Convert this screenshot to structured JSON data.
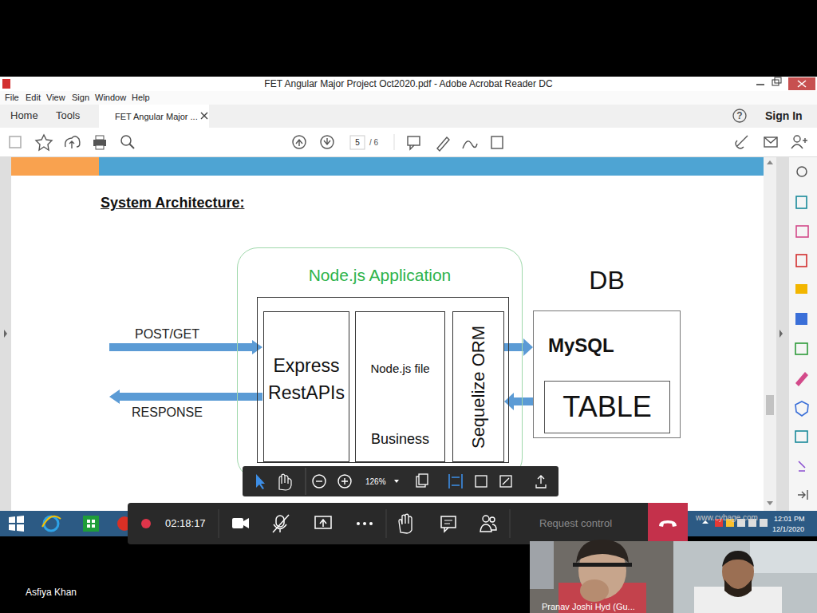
{
  "diagram": {
    "title": "System Architecture:",
    "nodes": [
      {
        "text": [
          "Node.js Application"
        ]
      },
      {
        "text": [
          "Express RestAPIs"
        ],
        "in": 0
      },
      {
        "text": [
          "Node.js file",
          "Business"
        ],
        "in": 0
      },
      {
        "text": [
          "Sequelize ORM"
        ],
        "in": 0
      },
      {
        "text": [
          "DB",
          "MySQL"
        ]
      },
      {
        "text": [
          "TABLE"
        ],
        "in": 4
      }
    ],
    "edges": [
      {
        "from": 3,
        "to": 4,
        "arrow": "to"
      },
      {
        "from": 4,
        "to": 3,
        "arrow": "to"
      }
    ],
    "labels": [
      "FET Angular Major Project Oct2020.pdf - Adobe Acrobat Reader DC",
      "File",
      "Edit",
      "View",
      "Sign",
      "Window",
      "Help",
      "Home",
      "Tools",
      "FET Angular Major ...",
      "Sign In",
      "5",
      "/ 6",
      "POST/GET",
      "RESPONSE",
      "126%",
      "02:18:17",
      "Request control",
      "www.cybage.com",
      "12:01 PM",
      "12/1/2020",
      "Asfiya Khan",
      "Pranav Joshi Hyd (Gu...",
      "?"
    ]
  }
}
